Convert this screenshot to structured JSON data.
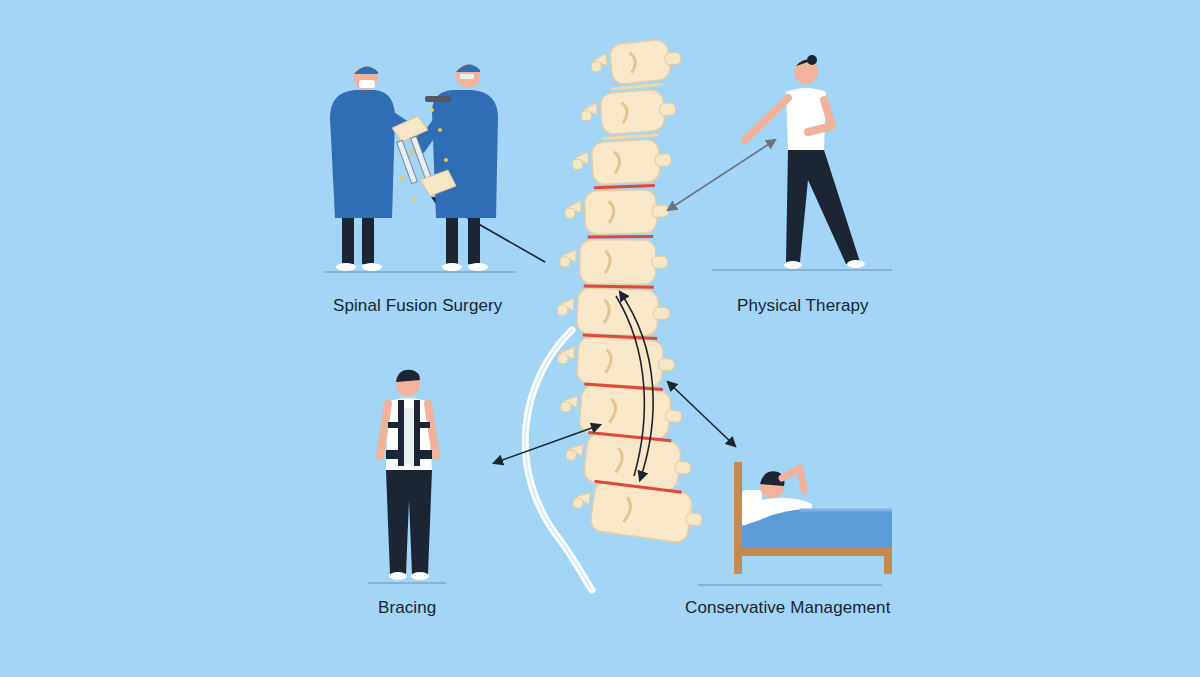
{
  "diagram": {
    "nodes": [
      {
        "text": [
          "Spinal Fusion Surgery"
        ]
      },
      {
        "text": [
          "Physical Therapy"
        ]
      },
      {
        "text": [
          "Bracing"
        ]
      },
      {
        "text": [
          "Conservative Management"
        ]
      }
    ]
  }
}
